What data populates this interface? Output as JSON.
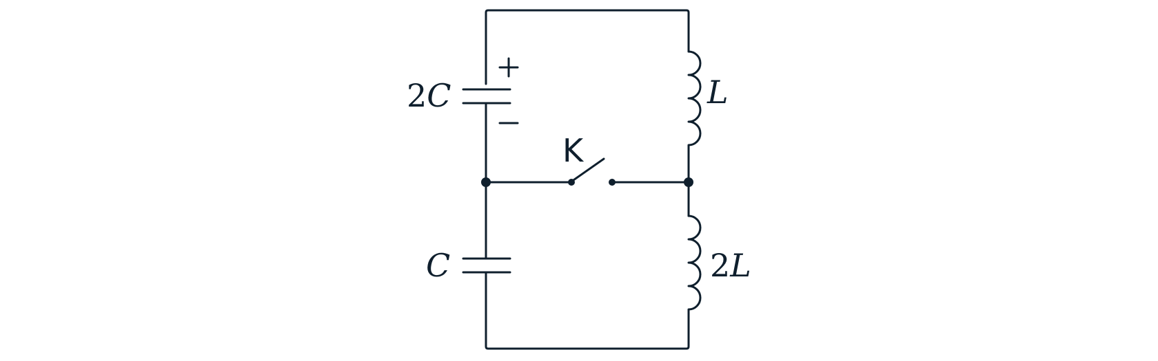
{
  "diagram": {
    "type": "circuit",
    "components": {
      "capacitor_top": {
        "label_num": "2",
        "label_var": "C",
        "polarity_top": "+",
        "polarity_bottom": "−"
      },
      "capacitor_bottom": {
        "label_var": "C"
      },
      "inductor_top": {
        "label_var": "L"
      },
      "inductor_bottom": {
        "label_num": "2",
        "label_var": "L"
      },
      "switch": {
        "label": "K",
        "state": "open"
      }
    },
    "colors": {
      "ink": "#0f1f2d",
      "background": "#ffffff"
    }
  }
}
